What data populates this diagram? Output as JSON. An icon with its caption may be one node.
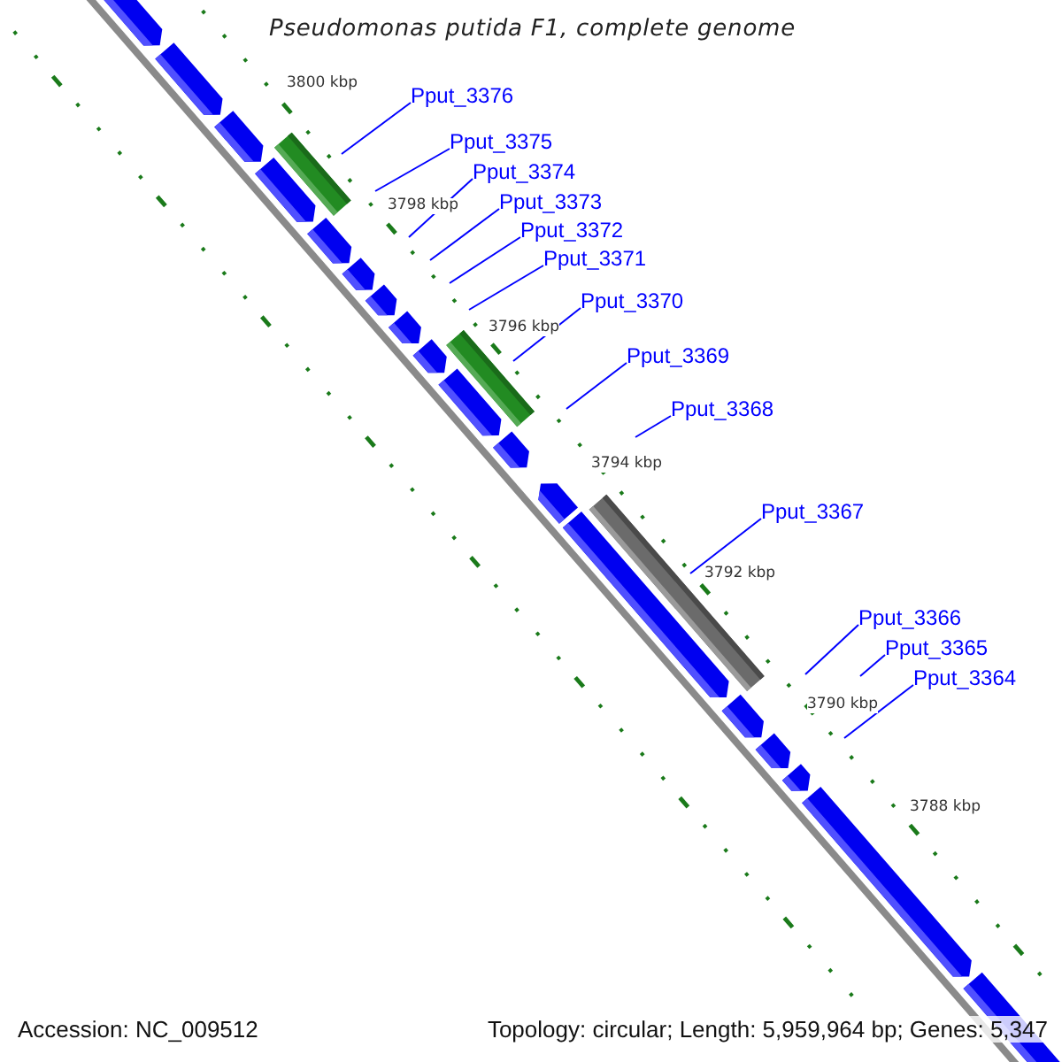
{
  "diagram": {
    "title": "Pseudomonas putida F1, complete genome",
    "nodes": [
      {
        "text": [
          "Pput_3376"
        ]
      },
      {
        "text": [
          "Pput_3375"
        ]
      },
      {
        "text": [
          "Pput_3374"
        ]
      },
      {
        "text": [
          "Pput_3373"
        ]
      },
      {
        "text": [
          "Pput_3372"
        ]
      },
      {
        "text": [
          "Pput_3371"
        ]
      },
      {
        "text": [
          "Pput_3370"
        ]
      },
      {
        "text": [
          "Pput_3369"
        ]
      },
      {
        "text": [
          "Pput_3368"
        ]
      },
      {
        "text": [
          "Pput_3367"
        ]
      },
      {
        "text": [
          "Pput_3366"
        ]
      },
      {
        "text": [
          "Pput_3365"
        ]
      },
      {
        "text": [
          "Pput_3364"
        ]
      }
    ],
    "edges": [
      {
        "from": 0,
        "to": null,
        "arrow": "none"
      },
      {
        "from": 1,
        "to": null,
        "arrow": "none"
      },
      {
        "from": 2,
        "to": null,
        "arrow": "none"
      },
      {
        "from": 3,
        "to": null,
        "arrow": "none"
      },
      {
        "from": 4,
        "to": null,
        "arrow": "none"
      },
      {
        "from": 5,
        "to": null,
        "arrow": "none"
      },
      {
        "from": 6,
        "to": null,
        "arrow": "none"
      },
      {
        "from": 7,
        "to": null,
        "arrow": "none"
      },
      {
        "from": 8,
        "to": null,
        "arrow": "none"
      },
      {
        "from": 9,
        "to": null,
        "arrow": "none"
      },
      {
        "from": 10,
        "to": null,
        "arrow": "none"
      },
      {
        "from": 11,
        "to": null,
        "arrow": "none"
      },
      {
        "from": 12,
        "to": null,
        "arrow": "none"
      }
    ],
    "labels": [
      "3800 kbp",
      "3798 kbp",
      "3796 kbp",
      "3794 kbp",
      "3792 kbp",
      "3790 kbp",
      "3788 kbp",
      "Accession: NC_009512",
      "Topology: circular; Length: 5,959,964 bp; Genes: 5,347"
    ]
  }
}
